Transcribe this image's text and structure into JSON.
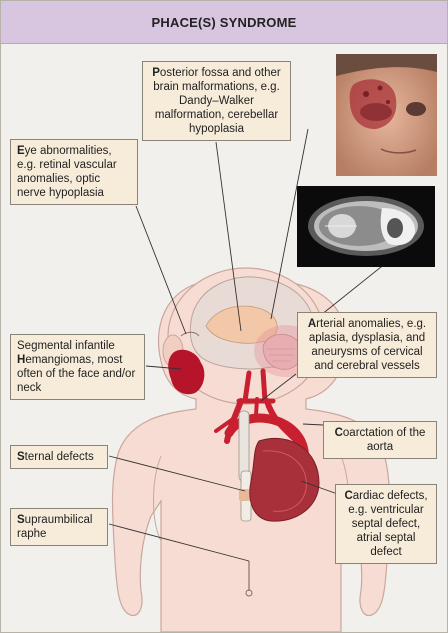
{
  "title": "PHACE(S) SYNDROME",
  "callouts": {
    "posterior": {
      "initial": "P",
      "rest": "osterior fossa and other brain malformations, e.g. Dandy–Walker malformation, cerebellar hypoplasia"
    },
    "eye": {
      "initial": "E",
      "rest": "ye abnormalities, e.g. retinal vascular anomalies, optic nerve hypoplasia"
    },
    "hemangioma": {
      "line1": "Segmental infantile",
      "initial": "H",
      "rest": "emangiomas, most often of the face and/or neck"
    },
    "arterial": {
      "initial": "A",
      "rest": "rterial anomalies, e.g. aplasia, dysplasia, and aneurysms of cervical and cerebral vessels"
    },
    "coarctation": {
      "initial": "C",
      "rest": "oarctation of the aorta"
    },
    "sternal": {
      "initial": "S",
      "rest": "ternal defects"
    },
    "cardiac": {
      "initial": "C",
      "rest": "ardiac defects, e.g. ventricular septal defect, atrial septal defect"
    },
    "raphe": {
      "initial": "S",
      "rest": "upraumbilical raphe"
    }
  },
  "colors": {
    "header": "#d8c6e0",
    "background": "#f2f0ec",
    "callout": "#f7ecd9",
    "skin": "#f6dcd3",
    "hemangioma": "#b5142a",
    "vessel": "#c8202e",
    "heart": "#a8303a"
  }
}
